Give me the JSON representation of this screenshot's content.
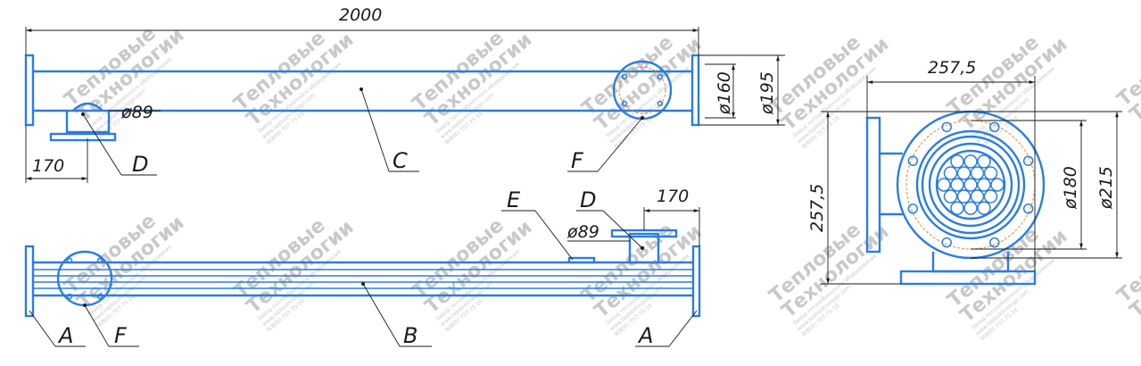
{
  "dimensions": {
    "length_top": "2000",
    "dia_160": "ø160",
    "dia_195": "ø195",
    "dia_89_top": "ø89",
    "offset_170_top": "170",
    "offset_170_bottom": "170",
    "dia_89_bottom": "ø89",
    "width_257": "257,5",
    "height_257": "257,5",
    "dia_180": "ø180",
    "dia_215": "ø215"
  },
  "labels": {
    "top_D": "D",
    "top_C": "C",
    "top_F": "F",
    "bottom_E": "E",
    "bottom_D": "D",
    "bottom_A_left": "A",
    "bottom_F": "F",
    "bottom_B": "B",
    "bottom_A_right": "A"
  },
  "watermark": {
    "line1": "Тепловые",
    "line2": "Технологии",
    "line3": "Завод теплообменного оборудования",
    "line4": "www.teplotehnologii.com",
    "line5": "8(800) 707-75-16"
  },
  "colors": {
    "outline": "#2b7de0",
    "dimension": "#1a1a1a",
    "hidden": "#e08a2b",
    "watermark": "#c9c9c9"
  }
}
